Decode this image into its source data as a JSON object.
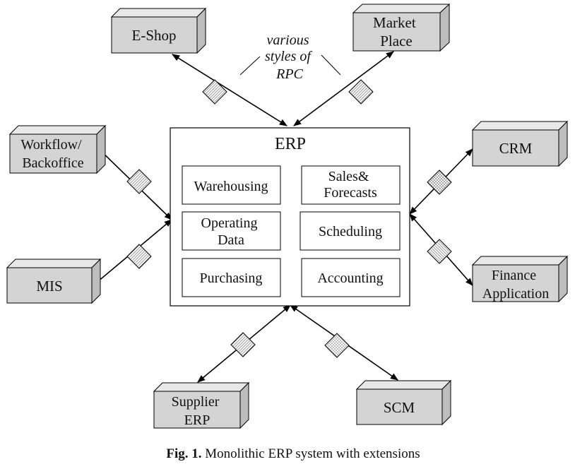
{
  "diagram": {
    "erp": {
      "title": "ERP",
      "modules": {
        "warehousing": [
          "Warehousing"
        ],
        "sales": [
          "Sales&",
          "Forecasts"
        ],
        "operating": [
          "Operating",
          "Data"
        ],
        "scheduling": [
          "Scheduling"
        ],
        "purchasing": [
          "Purchasing"
        ],
        "accounting": [
          "Accounting"
        ]
      }
    },
    "systems": {
      "eshop": [
        "E-Shop"
      ],
      "marketplace": [
        "Market",
        "Place"
      ],
      "workflow": [
        "Workflow/",
        "Backoffice"
      ],
      "mis": [
        "MIS"
      ],
      "crm": [
        "CRM"
      ],
      "finance": [
        "Finance",
        "Application"
      ],
      "supplier": [
        "Supplier",
        "ERP"
      ],
      "scm": [
        "SCM"
      ]
    },
    "rpc_note": [
      "various",
      "styles of",
      "RPC"
    ]
  },
  "caption": {
    "label": "Fig. 1.",
    "text": " Monolithic ERP system with extensions"
  }
}
